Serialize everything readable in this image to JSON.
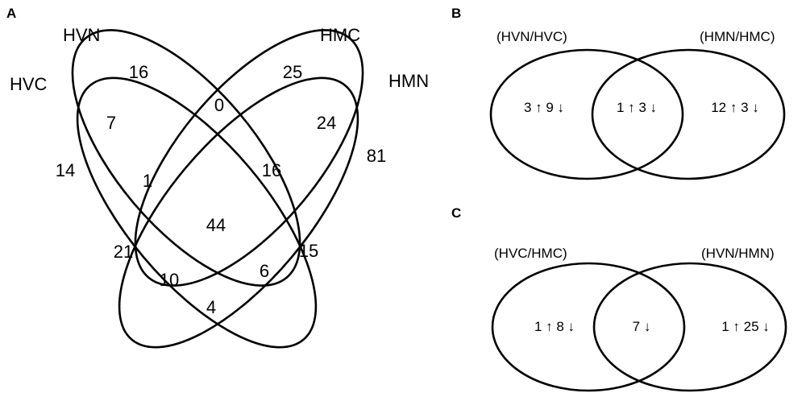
{
  "panel_a": {
    "panel_label": "A",
    "sets": {
      "hvc": "HVC",
      "hvn": "HVN",
      "hmc": "HMC",
      "hmn": "HMN"
    },
    "regions": {
      "hvc_only": "14",
      "hvn_only": "16",
      "hmc_only": "25",
      "hmn_only": "81",
      "hvc_hvn": "7",
      "hvn_hmc": "0",
      "hmc_hmn": "24",
      "hvc_hvn_hmc": "1",
      "hvn_hmc_hmn": "16",
      "all_four": "44",
      "hvc_hmc": "21",
      "hvn_hmn": "15",
      "hvc_hmc_hmn": "10",
      "hvc_hvn_hmn": "6",
      "hvc_hmn": "4"
    }
  },
  "panel_b": {
    "panel_label": "B",
    "left_label": "(HVN/HVC)",
    "right_label": "(HMN/HMC)",
    "left_only": "3 ↑ 9 ↓",
    "overlap": "1 ↑ 3 ↓",
    "right_only": "12 ↑ 3 ↓"
  },
  "panel_c": {
    "panel_label": "C",
    "left_label": "(HVC/HMC)",
    "right_label": "(HVN/HMN)",
    "left_only": "1 ↑ 8 ↓",
    "overlap": "7 ↓",
    "right_only": "1 ↑ 25 ↓"
  }
}
